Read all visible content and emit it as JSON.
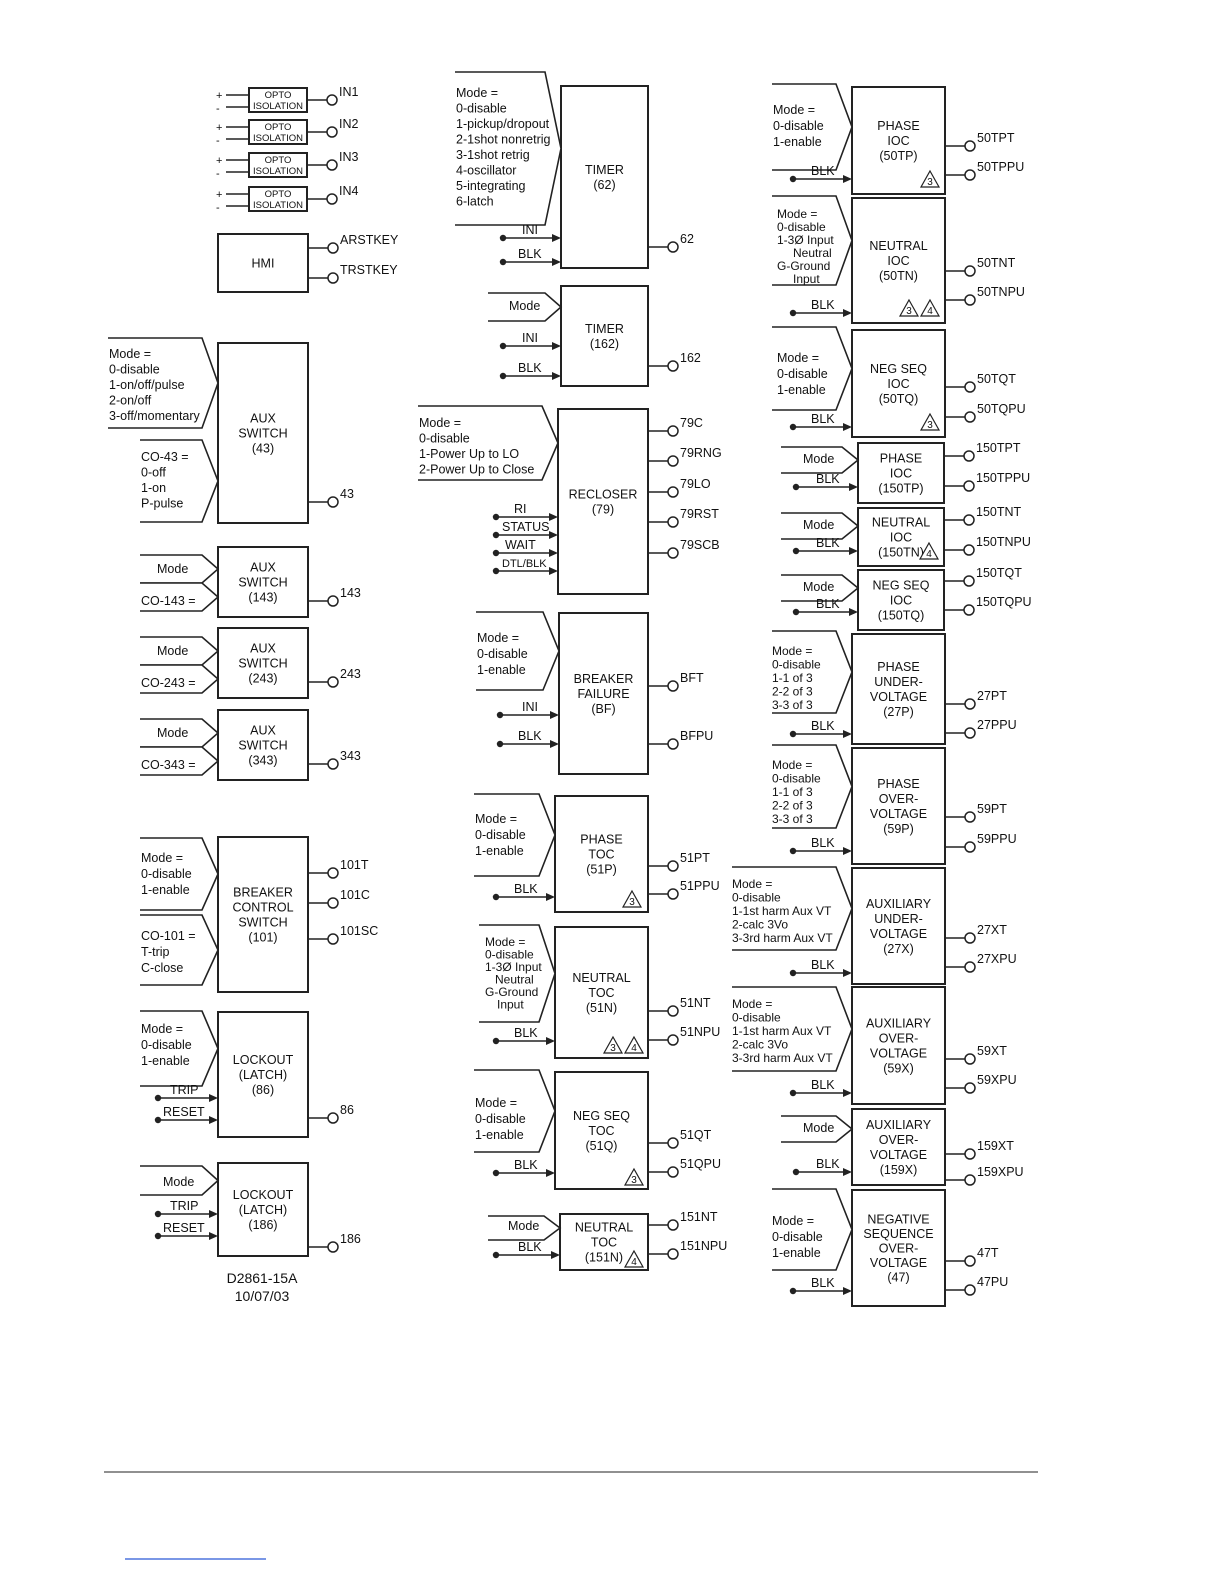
{
  "figure_id": "D2861-15A",
  "figure_date": "10/07/03",
  "blocks": [
    {
      "id": "in1",
      "lines": [
        "OPTO",
        "ISOLATION"
      ],
      "outputs": [
        "IN1"
      ],
      "inputs": [
        "+",
        "-"
      ]
    },
    {
      "id": "in2",
      "lines": [
        "OPTO",
        "ISOLATION"
      ],
      "outputs": [
        "IN2"
      ],
      "inputs": [
        "+",
        "-"
      ]
    },
    {
      "id": "in3",
      "lines": [
        "OPTO",
        "ISOLATION"
      ],
      "outputs": [
        "IN3"
      ],
      "inputs": [
        "+",
        "-"
      ]
    },
    {
      "id": "in4",
      "lines": [
        "OPTO",
        "ISOLATION"
      ],
      "outputs": [
        "IN4"
      ],
      "inputs": [
        "+",
        "-"
      ]
    },
    {
      "id": "hmi",
      "lines": [
        "HMI"
      ],
      "outputs": [
        "ARSTKEY",
        "TRSTKEY"
      ],
      "inputs": []
    },
    {
      "id": "aux43",
      "lines": [
        "AUX",
        "SWITCH",
        "(43)"
      ],
      "outputs": [
        "43"
      ],
      "modes": [
        [
          "Mode =",
          "0-disable",
          "1-on/off/pulse",
          "2-on/off",
          "3-off/momentary"
        ],
        [
          "CO-43 =",
          "0-off",
          "1-on",
          "P-pulse"
        ]
      ],
      "inputs": []
    },
    {
      "id": "aux143",
      "lines": [
        "AUX",
        "SWITCH",
        "(143)"
      ],
      "outputs": [
        "143"
      ],
      "inputs": [
        "Mode",
        "CO-143 ="
      ]
    },
    {
      "id": "aux243",
      "lines": [
        "AUX",
        "SWITCH",
        "(243)"
      ],
      "outputs": [
        "243"
      ],
      "inputs": [
        "Mode",
        "CO-243 ="
      ]
    },
    {
      "id": "aux343",
      "lines": [
        "AUX",
        "SWITCH",
        "(343)"
      ],
      "outputs": [
        "343"
      ],
      "inputs": [
        "Mode",
        "CO-343 ="
      ]
    },
    {
      "id": "bc101",
      "lines": [
        "BREAKER",
        "CONTROL",
        "SWITCH",
        "(101)"
      ],
      "outputs": [
        "101T",
        "101C",
        "101SC"
      ],
      "modes": [
        [
          "Mode =",
          "0-disable",
          "1-enable"
        ],
        [
          "CO-101 =",
          "T-trip",
          "C-close"
        ]
      ],
      "inputs": []
    },
    {
      "id": "lo86",
      "lines": [
        "LOCKOUT",
        "(LATCH)",
        "(86)"
      ],
      "outputs": [
        "86"
      ],
      "modes": [
        [
          "Mode =",
          "0-disable",
          "1-enable"
        ]
      ],
      "inputs": [
        "TRIP",
        "RESET"
      ]
    },
    {
      "id": "lo186",
      "lines": [
        "LOCKOUT",
        "(LATCH)",
        "(186)"
      ],
      "outputs": [
        "186"
      ],
      "inputs": [
        "Mode",
        "TRIP",
        "RESET"
      ]
    },
    {
      "id": "timer62",
      "lines": [
        "TIMER",
        "(62)"
      ],
      "outputs": [
        "62"
      ],
      "modes": [
        [
          "Mode =",
          "0-disable",
          "1-pickup/dropout",
          "2-1shot nonretrig",
          "3-1shot retrig",
          "4-oscillator",
          "5-integrating",
          "6-latch"
        ]
      ],
      "inputs": [
        "INI",
        "BLK"
      ]
    },
    {
      "id": "timer162",
      "lines": [
        "TIMER",
        "(162)"
      ],
      "outputs": [
        "162"
      ],
      "inputs": [
        "Mode",
        "INI",
        "BLK"
      ]
    },
    {
      "id": "rec79",
      "lines": [
        "RECLOSER",
        "(79)"
      ],
      "outputs": [
        "79C",
        "79RNG",
        "79LO",
        "79RST",
        "79SCB"
      ],
      "modes": [
        [
          "Mode =",
          "0-disable",
          "1-Power Up to LO",
          "2-Power Up to Close"
        ]
      ],
      "inputs": [
        "RI",
        "STATUS",
        "WAIT",
        "DTL/BLK"
      ]
    },
    {
      "id": "bf",
      "lines": [
        "BREAKER",
        "FAILURE",
        "(BF)"
      ],
      "outputs": [
        "BFT",
        "BFPU"
      ],
      "modes": [
        [
          "Mode =",
          "0-disable",
          "1-enable"
        ]
      ],
      "inputs": [
        "INI",
        "BLK"
      ]
    },
    {
      "id": "toc51p",
      "lines": [
        "PHASE",
        "TOC",
        "(51P)"
      ],
      "outputs": [
        "51PT",
        "51PPU"
      ],
      "modes": [
        [
          "Mode =",
          "0-disable",
          "1-enable"
        ]
      ],
      "inputs": [
        "BLK"
      ],
      "notes": [
        "3"
      ]
    },
    {
      "id": "toc51n",
      "lines": [
        "NEUTRAL",
        "TOC",
        "(51N)"
      ],
      "outputs": [
        "51NT",
        "51NPU"
      ],
      "modes": [
        [
          "Mode =",
          "0-disable",
          "1-3Ø Input",
          "Neutral",
          "G-Ground",
          "Input"
        ]
      ],
      "inputs": [
        "BLK"
      ],
      "notes": [
        "3",
        "4"
      ]
    },
    {
      "id": "toc51q",
      "lines": [
        "NEG SEQ",
        "TOC",
        "(51Q)"
      ],
      "outputs": [
        "51QT",
        "51QPU"
      ],
      "modes": [
        [
          "Mode =",
          "0-disable",
          "1-enable"
        ]
      ],
      "inputs": [
        "BLK"
      ],
      "notes": [
        "3"
      ]
    },
    {
      "id": "toc151n",
      "lines": [
        "NEUTRAL",
        "TOC",
        "(151N)"
      ],
      "outputs": [
        "151NT",
        "151NPU"
      ],
      "inputs": [
        "Mode",
        "BLK"
      ],
      "notes": [
        "4"
      ]
    },
    {
      "id": "ioc50tp",
      "lines": [
        "PHASE",
        "IOC",
        "(50TP)"
      ],
      "outputs": [
        "50TPT",
        "50TPPU"
      ],
      "modes": [
        [
          "Mode =",
          "0-disable",
          "1-enable"
        ]
      ],
      "inputs": [
        "BLK"
      ],
      "notes": [
        "3"
      ]
    },
    {
      "id": "ioc50tn",
      "lines": [
        "NEUTRAL",
        "IOC",
        "(50TN)"
      ],
      "outputs": [
        "50TNT",
        "50TNPU"
      ],
      "modes": [
        [
          "Mode =",
          "0-disable",
          "1-3Ø Input",
          "Neutral",
          "G-Ground",
          "Input"
        ]
      ],
      "inputs": [
        "BLK"
      ],
      "notes": [
        "3",
        "4"
      ]
    },
    {
      "id": "ioc50tq",
      "lines": [
        "NEG SEQ",
        "IOC",
        "(50TQ)"
      ],
      "outputs": [
        "50TQT",
        "50TQPU"
      ],
      "modes": [
        [
          "Mode =",
          "0-disable",
          "1-enable"
        ]
      ],
      "inputs": [
        "BLK"
      ],
      "notes": [
        "3"
      ]
    },
    {
      "id": "ioc150tp",
      "lines": [
        "PHASE",
        "IOC",
        "(150TP)"
      ],
      "outputs": [
        "150TPT",
        "150TPPU"
      ],
      "inputs": [
        "Mode",
        "BLK"
      ]
    },
    {
      "id": "ioc150tn",
      "lines": [
        "NEUTRAL",
        "IOC",
        "(150TN)"
      ],
      "outputs": [
        "150TNT",
        "150TNPU"
      ],
      "inputs": [
        "Mode",
        "BLK"
      ],
      "notes": [
        "4"
      ]
    },
    {
      "id": "ioc150tq",
      "lines": [
        "NEG SEQ",
        "IOC",
        "(150TQ)"
      ],
      "outputs": [
        "150TQT",
        "150TQPU"
      ],
      "inputs": [
        "Mode",
        "BLK"
      ]
    },
    {
      "id": "uv27p",
      "lines": [
        "PHASE",
        "UNDER-",
        "VOLTAGE",
        "(27P)"
      ],
      "outputs": [
        "27PT",
        "27PPU"
      ],
      "modes": [
        [
          "Mode =",
          "0-disable",
          "1-1 of 3",
          "2-2 of 3",
          "3-3 of 3"
        ]
      ],
      "inputs": [
        "BLK"
      ]
    },
    {
      "id": "ov59p",
      "lines": [
        "PHASE",
        "OVER-",
        "VOLTAGE",
        "(59P)"
      ],
      "outputs": [
        "59PT",
        "59PPU"
      ],
      "modes": [
        [
          "Mode =",
          "0-disable",
          "1-1 of 3",
          "2-2 of 3",
          "3-3 of 3"
        ]
      ],
      "inputs": [
        "BLK"
      ]
    },
    {
      "id": "uv27x",
      "lines": [
        "AUXILIARY",
        "UNDER-",
        "VOLTAGE",
        "(27X)"
      ],
      "outputs": [
        "27XT",
        "27XPU"
      ],
      "modes": [
        [
          "Mode =",
          "0-disable",
          "1-1st harm Aux VT",
          "2-calc 3Vo",
          "3-3rd harm Aux VT"
        ]
      ],
      "inputs": [
        "BLK"
      ]
    },
    {
      "id": "ov59x",
      "lines": [
        "AUXILIARY",
        "OVER-",
        "VOLTAGE",
        "(59X)"
      ],
      "outputs": [
        "59XT",
        "59XPU"
      ],
      "modes": [
        [
          "Mode =",
          "0-disable",
          "1-1st harm Aux VT",
          "2-calc 3Vo",
          "3-3rd harm Aux VT"
        ]
      ],
      "inputs": [
        "BLK"
      ]
    },
    {
      "id": "ov159x",
      "lines": [
        "AUXILIARY",
        "OVER-",
        "VOLTAGE",
        "(159X)"
      ],
      "outputs": [
        "159XT",
        "159XPU"
      ],
      "inputs": [
        "Mode",
        "BLK"
      ]
    },
    {
      "id": "ns47",
      "lines": [
        "NEGATIVE",
        "SEQUENCE",
        "OVER-",
        "VOLTAGE",
        "(47)"
      ],
      "outputs": [
        "47T",
        "47PU"
      ],
      "modes": [
        [
          "Mode =",
          "0-disable",
          "1-enable"
        ]
      ],
      "inputs": [
        "BLK"
      ]
    }
  ]
}
